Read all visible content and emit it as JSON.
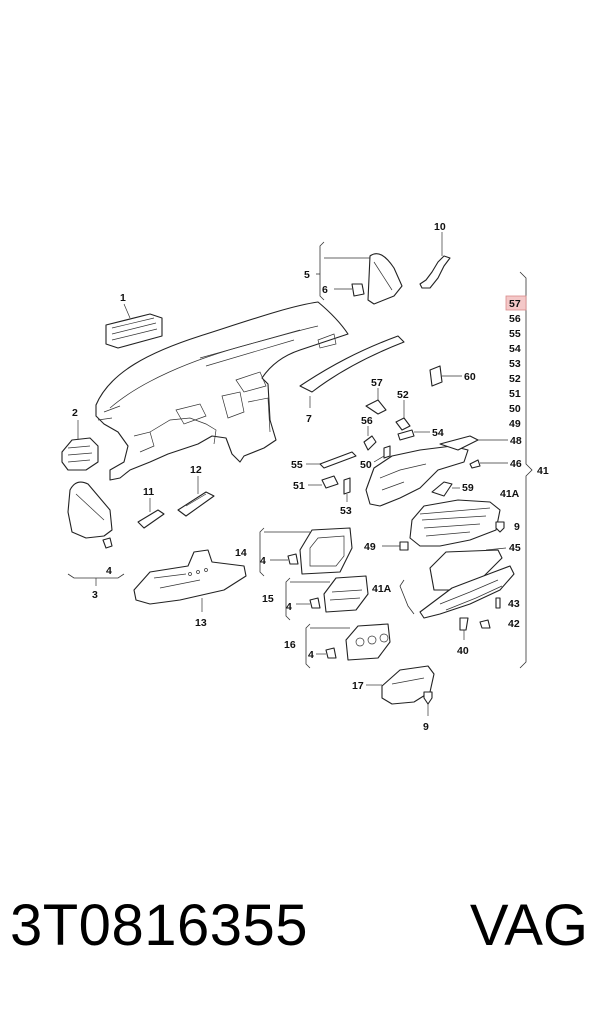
{
  "diagram": {
    "highlight_color": "#f4c8c8",
    "callouts": {
      "c1": "1",
      "c2": "2",
      "c3": "3",
      "c4a": "4",
      "c4b": "4",
      "c4c": "4",
      "c4d": "4",
      "c5": "5",
      "c6": "6",
      "c7": "7",
      "c9a": "9",
      "c9b": "9",
      "c10": "10",
      "c11": "11",
      "c12": "12",
      "c13": "13",
      "c14": "14",
      "c15": "15",
      "c16": "16",
      "c17": "17",
      "c40": "40",
      "c41": "41",
      "c41a_right": "41A",
      "c41a_left": "41A",
      "c42": "42",
      "c43": "43",
      "c45": "45",
      "c46": "46",
      "c48": "48",
      "c49": "49",
      "c50": "50",
      "c51": "51",
      "c52": "52",
      "c53": "53",
      "c54": "54",
      "c55": "55",
      "c56": "56",
      "c57": "57",
      "c59": "59",
      "c60": "60"
    },
    "group_41_list": [
      "57",
      "56",
      "55",
      "54",
      "53",
      "52",
      "51",
      "50",
      "49",
      "48"
    ]
  },
  "caption": {
    "part_number": "3T0816355",
    "brand": "VAG"
  }
}
